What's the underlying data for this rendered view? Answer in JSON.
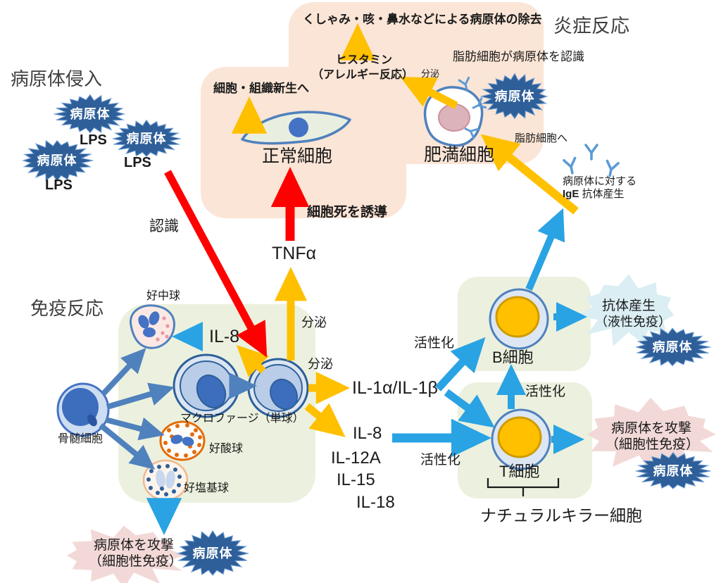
{
  "shared": {
    "pathogen": "病原体",
    "lps": "LPS",
    "secretion": "分泌",
    "activation": "活性化"
  },
  "headings": {
    "invasion": "病原体侵入",
    "inflammation": "炎症反応",
    "immune": "免疫反応"
  },
  "inflammation": {
    "removal": "くしゃみ・咳・鼻水などによる病原体の除去",
    "histamine": "ヒスタミン",
    "allergy": "（アレルギー反応）",
    "mast_recognize": "脂肪細胞が病原体を認識",
    "regeneration": "細胞・組織新生へ",
    "normal_cell": "正常細胞",
    "mast_cell": "肥満細胞",
    "to_mast": "脂肪細胞へ",
    "ige_line1": "病原体に対する",
    "ige": "IgE",
    "ige_line2": "抗体産生",
    "cell_death": "細胞死を誘導",
    "tnf": "TNFα",
    "recognition": "認識"
  },
  "immune": {
    "neutrophil": "好中球",
    "il8": "IL-8",
    "macrophage": "マクロファージ（単球）",
    "bone_marrow": "骨髄細胞",
    "eosinophil": "好酸球",
    "basophil": "好塩基球"
  },
  "cytokines": {
    "il1": "IL-1α/IL-1β",
    "il8": "IL-8",
    "il12a": "IL-12A",
    "il15": "IL-15",
    "il18": "IL-18"
  },
  "lymphocytes": {
    "b_cell": "B細胞",
    "t_cell": "T細胞",
    "nk": "ナチュラルキラー細胞",
    "antibody_line1": "抗体産生",
    "antibody_line2": "（液性免疫）",
    "attack_line1": "病原体を攻撃",
    "attack_line2": "（細胞性免疫）"
  },
  "colors": {
    "pathogen_navy": "#2e5f99",
    "arrow_blue": "#4f81bd",
    "arrow_cyan": "#29a3e3",
    "arrow_yellow": "#ffc000",
    "arrow_red": "#ff0000",
    "bg_peach": "#fbe5d6",
    "bg_green": "#ebf1de",
    "burst_blue": "#daeef3",
    "burst_pink": "#f2d9d7"
  }
}
